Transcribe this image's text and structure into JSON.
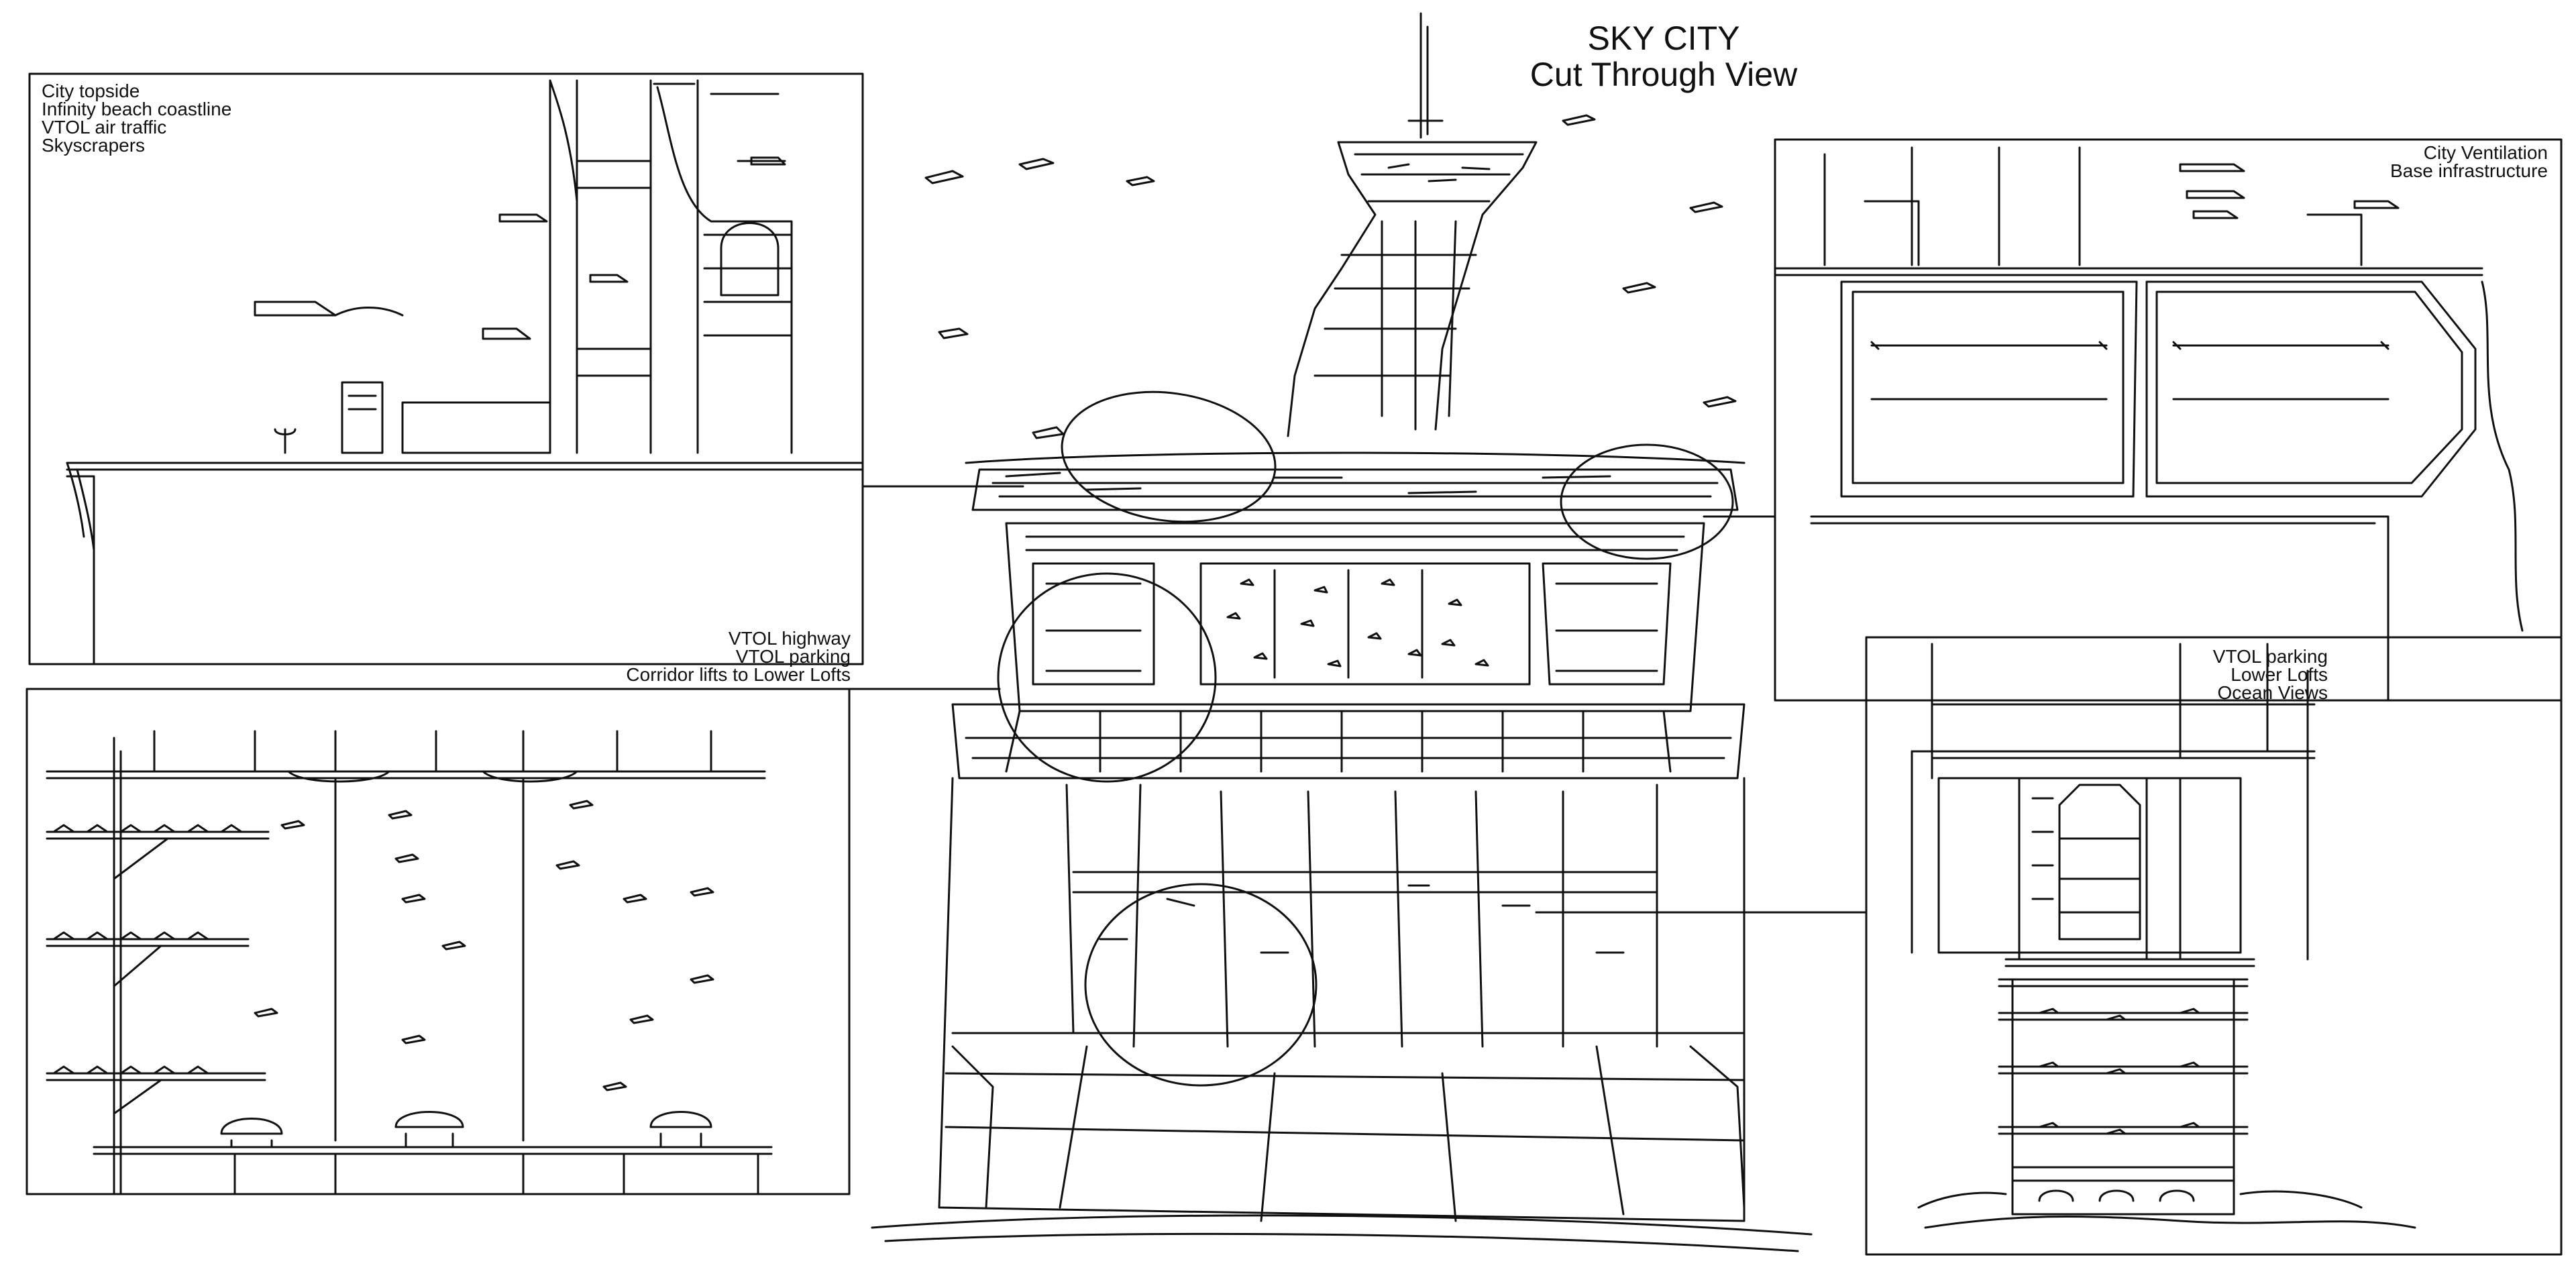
{
  "title": {
    "line1": "SKY CITY",
    "line2": "Cut Through View"
  },
  "panels": {
    "city_topside": {
      "lines": [
        "City topside",
        "Infinity beach coastline",
        "VTOL air traffic",
        "Skyscrapers"
      ]
    },
    "ventilation": {
      "lines": [
        "City Ventilation",
        "Base infrastructure"
      ]
    },
    "highway": {
      "lines": [
        "VTOL highway",
        "VTOL parking",
        "Corridor lifts to Lower Lofts"
      ]
    },
    "lower_lofts": {
      "lines": [
        "VTOL parking",
        "Lower Lofts",
        "Ocean Views"
      ]
    }
  },
  "style": {
    "ink": "#111111",
    "paper": "#ffffff"
  }
}
